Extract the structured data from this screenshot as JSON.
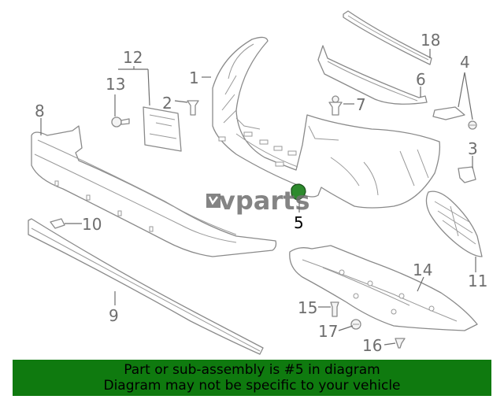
{
  "logo": {
    "text": "vparts"
  },
  "callouts": {
    "c1": "1",
    "c2": "2",
    "c3": "3",
    "c4": "4",
    "c5": "5",
    "c6": "6",
    "c7": "7",
    "c8": "8",
    "c9": "9",
    "c10": "10",
    "c11": "11",
    "c12": "12",
    "c13": "13",
    "c14": "14",
    "c15": "15",
    "c16": "16",
    "c17": "17",
    "c18": "18"
  },
  "highlight": {
    "part_number": "5",
    "color": "#2d8a2d"
  },
  "banner": {
    "line1": "Part or sub-assembly is #5 in diagram",
    "line2": "Diagram may not be specific to your vehicle",
    "background": "#0f7a0f"
  }
}
